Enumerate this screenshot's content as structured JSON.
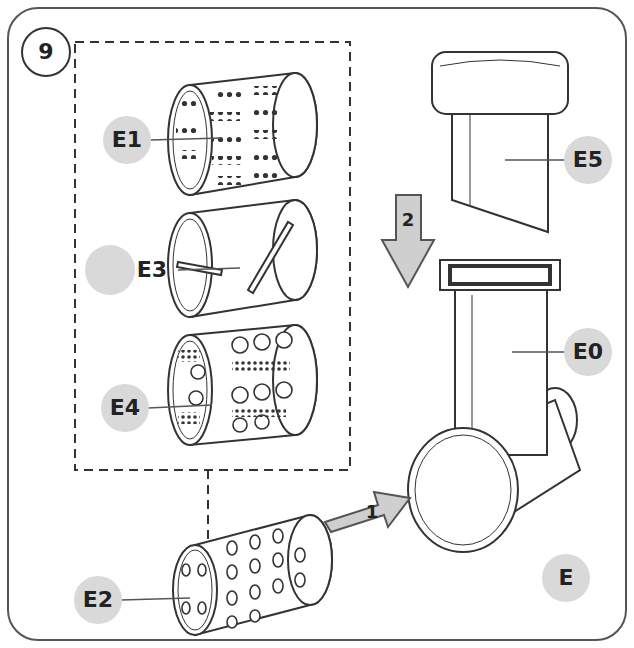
{
  "diagram": {
    "nodes": [
      {
        "text": [
          "9"
        ]
      },
      {
        "text": [
          "E1"
        ]
      },
      {
        "text": [
          "E5"
        ]
      },
      {
        "text": [
          "E0"
        ]
      },
      {
        "text": [
          "E4"
        ]
      },
      {
        "text": [
          "E2"
        ]
      },
      {
        "text": [
          "E"
        ]
      }
    ],
    "labels": [
      "E3",
      "2",
      "1"
    ]
  }
}
